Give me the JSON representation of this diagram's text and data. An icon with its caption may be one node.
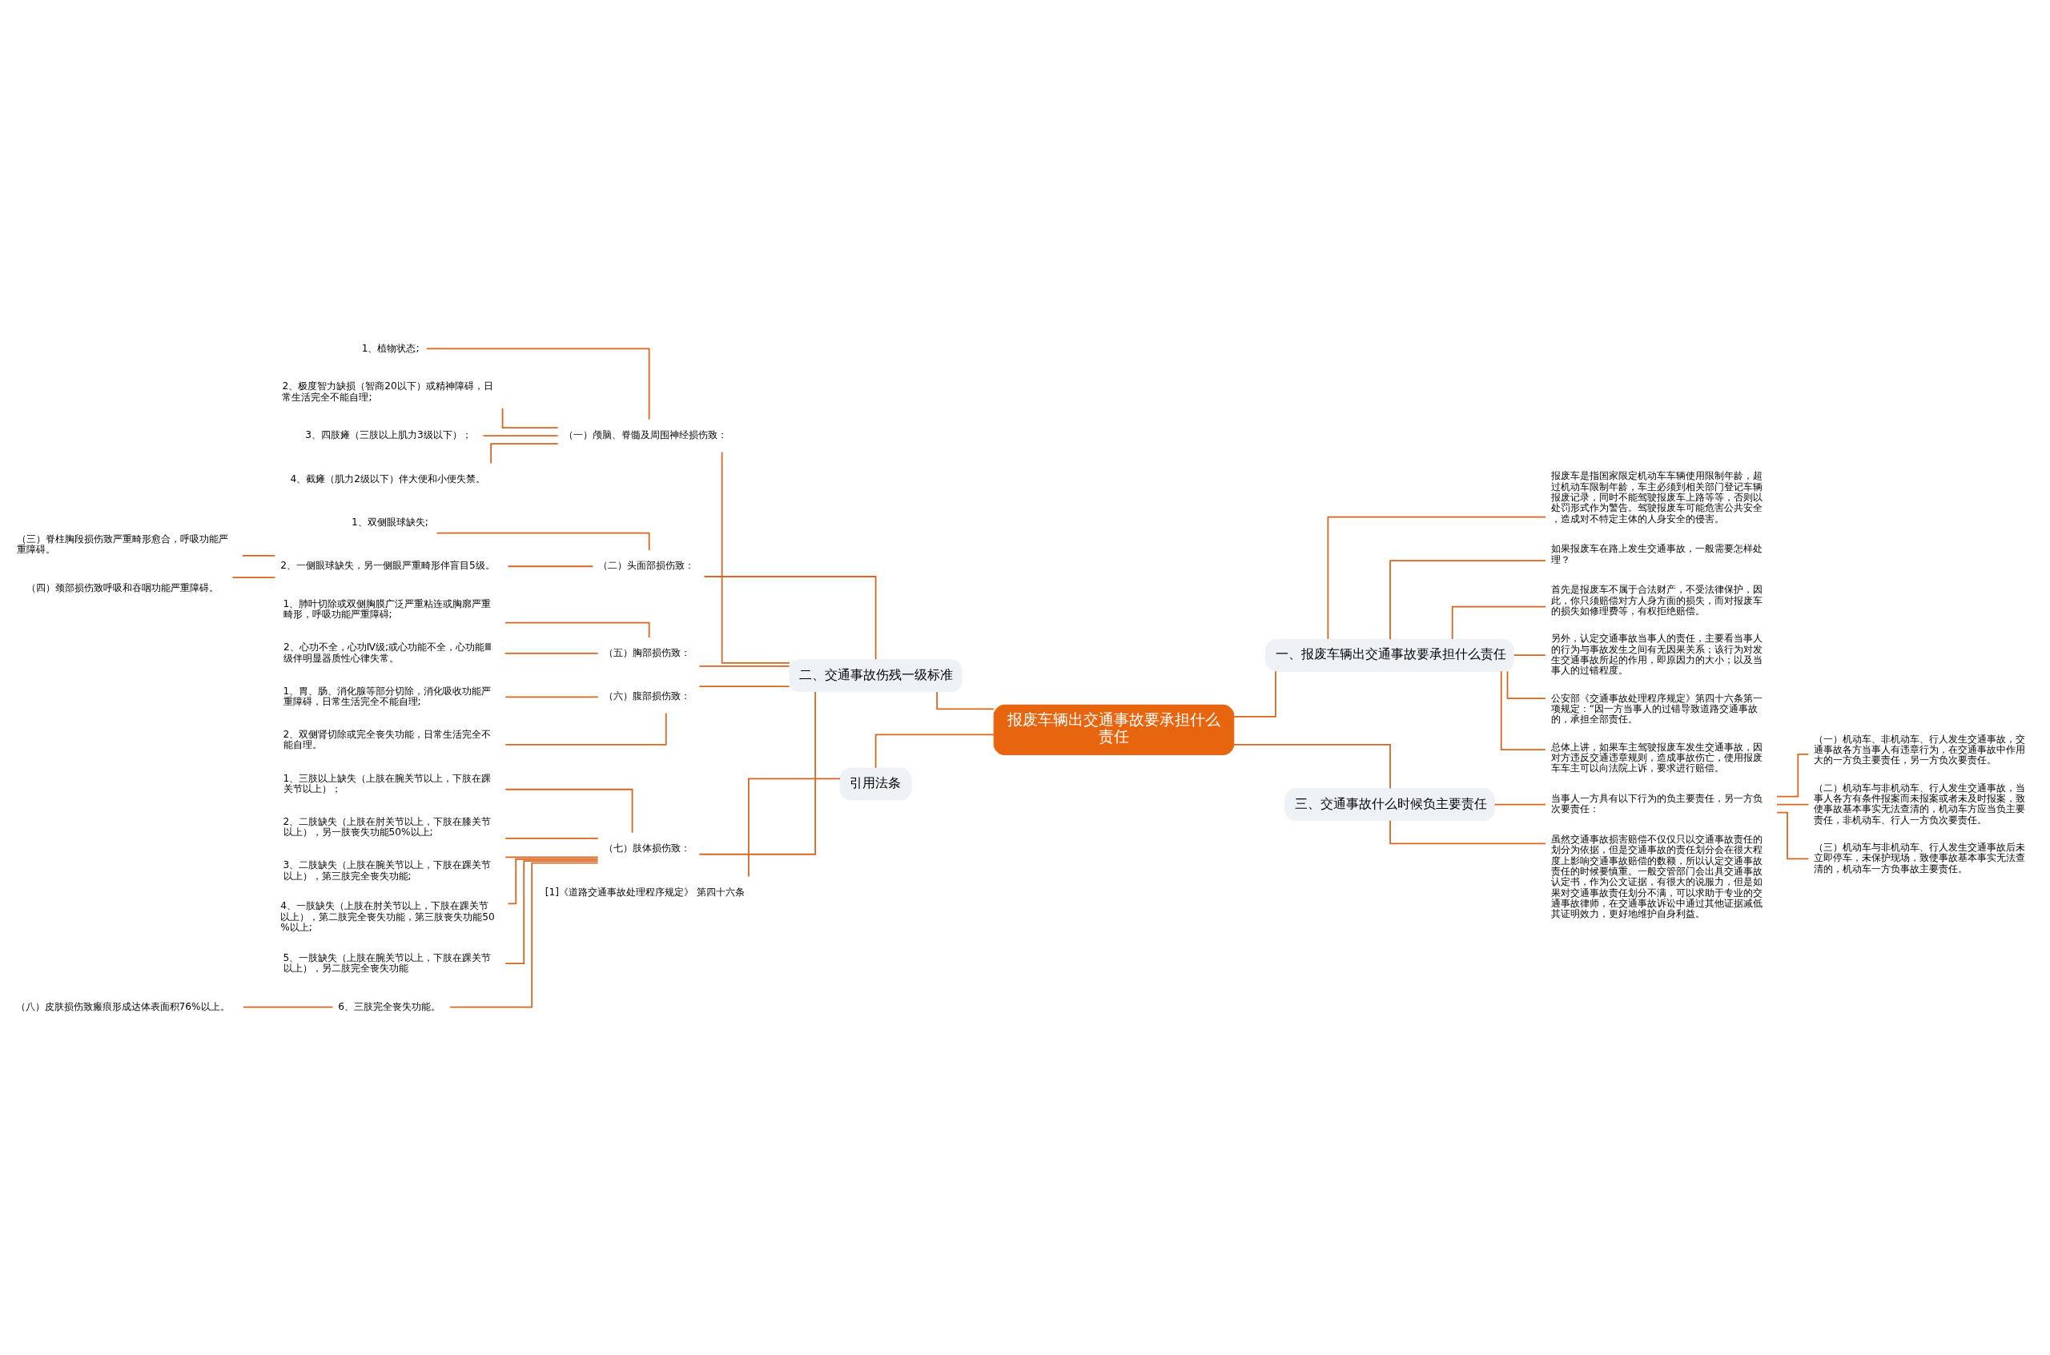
{
  "diagram": {
    "nodes": [
      {
        "text": [
          "报废车辆出交通事故要承担什么责任"
        ]
      },
      {
        "text": [
          "二、交通事故伤残一级标准"
        ]
      },
      {
        "text": [
          "（一）颅脑、脊髓及周围神经损伤致："
        ]
      },
      {
        "text": [
          "1、植物状态;"
        ]
      },
      {
        "text": [
          "2、极度智力缺损（智商20以下）或精神障碍，日常生活完全不能自理;"
        ]
      },
      {
        "text": [
          "3、四肢瘫（三肢以上肌力3级以下）；"
        ]
      },
      {
        "text": [
          "4、截瘫（肌力2级以下）伴大便和小便失禁。"
        ]
      },
      {
        "text": [
          "（二）头面部损伤致："
        ]
      },
      {
        "text": [
          "1、双侧眼球缺失;"
        ]
      },
      {
        "text": [
          "2、一侧眼球缺失，另一侧眼严重畸形伴盲目5级。"
        ]
      },
      {
        "text": [
          "（三）脊柱胸段损伤致严重畸形愈合，呼吸功能严重障碍。"
        ]
      },
      {
        "text": [
          "（四）颈部损伤致呼吸和吞咽功能严重障碍。"
        ]
      },
      {
        "text": [
          "（五）胸部损伤致："
        ]
      },
      {
        "text": [
          "1、肺叶切除或双侧胸膜广泛严重粘连或胸廓严重畸形，呼吸功能严重障碍;"
        ]
      },
      {
        "text": [
          "2、心功不全，心功Ⅳ级;或心功能不全，心功能Ⅲ级伴明显器质性心律失常。"
        ]
      },
      {
        "text": [
          "（六）腹部损伤致："
        ]
      },
      {
        "text": [
          "1、胃、肠、消化腺等部分切除，消化吸收功能严重障碍，日常生活完全不能自理;"
        ]
      },
      {
        "text": [
          "2、双侧肾切除或完全丧失功能，日常生活完全不能自理。"
        ]
      },
      {
        "text": [
          "（七）肢体损伤致："
        ]
      },
      {
        "text": [
          "1、三肢以上缺失（上肢在腕关节以上，下肢在踝关节以上）；"
        ]
      },
      {
        "text": [
          "2、二肢缺失（上肢在肘关节以上，下肢在膝关节以上），另一肢丧失功能50%以上;"
        ]
      },
      {
        "text": [
          "3、二肢缺失（上肢在腕关节以上，下肢在踝关节以上），第三肢完全丧失功能;"
        ]
      },
      {
        "text": [
          "4、一肢缺失（上肢在肘关节以上，下肢在踝关节以上），第二肢完全丧失功能，第三肢丧失功能50%以上;"
        ]
      },
      {
        "text": [
          "5、一肢缺失（上肢在腕关节以上，下肢在踝关节以上），另二肢完全丧失功能"
        ]
      },
      {
        "text": [
          "6、三肢完全丧失功能。"
        ]
      },
      {
        "text": [
          "（八）皮肤损伤致瘢痕形成达体表面积76%以上。"
        ]
      },
      {
        "text": [
          "引用法条"
        ]
      },
      {
        "text": [
          "[1]《道路交通事故处理程序规定》 第四十六条"
        ]
      },
      {
        "text": [
          "一、报废车辆出交通事故要承担什么责任"
        ]
      },
      {
        "text": [
          "报废车是指国家限定机动车车辆使用限制年龄，超过机动车限制年龄，车主必须到相关部门登记车辆报废记录，同时不能驾驶报废车上路等等，否则以处罚形式作为警告。驾驶报废车可能危害公共安全，造成对不特定主体的人身安全的侵害。"
        ]
      },
      {
        "text": [
          "如果报废车在路上发生交通事故，一般需要怎样处理？"
        ]
      },
      {
        "text": [
          "首先是报废车不属于合法财产，不受法律保护，因此，你只须赔偿对方人身方面的损失，而对报废车的损失如修理费等，有权拒绝赔偿。"
        ]
      },
      {
        "text": [
          "另外，认定交通事故当事人的责任，主要看当事人的行为与事故发生之间有无因果关系；该行为对发生交通事故所起的作用，即原因力的大小；以及当事人的过错程度。"
        ]
      },
      {
        "text": [
          "公安部《交通事故处理程序规定》第四十六条第一项规定：“因一方当事人的过错导致道路交通事故的，承担全部责任。"
        ]
      },
      {
        "text": [
          "总体上讲，如果车主驾驶报废车发生交通事故，因对方违反交通违章规则，造成事故伤亡，使用报废车车主可以向法院上诉，要求进行赔偿。"
        ]
      },
      {
        "text": [
          "三、交通事故什么时候负主要责任"
        ]
      },
      {
        "text": [
          "当事人一方具有以下行为的负主要责任，另一方负次要责任："
        ]
      },
      {
        "text": [
          "（一）机动车、非机动车、行人发生交通事故，交通事故各方当事人有违章行为，在交通事故中作用大的一方负主要责任，另一方负次要责任。"
        ]
      },
      {
        "text": [
          "（二）机动车与非机动车、行人发生交通事故，当事人各方有条件报案而未报案或者未及时报案，致使事故基本事实无法查清的，机动车方应当负主要责任，非机动车、行人一方负次要责任。"
        ]
      },
      {
        "text": [
          "（三）机动车与非机动车、行人发生交通事故后未立即停车，未保护现场，致使事故基本事实无法查清的，机动车一方负事故主要责任。"
        ]
      },
      {
        "text": [
          "虽然交通事故损害赔偿不仅仅只以交通事故责任的划分为依据，但是交通事故的责任划分会在很大程度上影响交通事故赔偿的数额，所以认定交通事故责任的时候要慎重。一般交管部门会出具交通事故认定书，作为公文证据，有很大的说服力，但是如果对交通事故责任划分不满，可以求助于专业的交通事故律师，在交通事故诉讼中通过其他证据减低其证明效力，更好地维护自身利益。"
        ]
      }
    ],
    "edges": [
      {
        "from": 0,
        "to": 1,
        "arrow": "none"
      },
      {
        "from": 1,
        "to": 2,
        "arrow": "none"
      },
      {
        "from": 2,
        "to": 3,
        "arrow": "none"
      },
      {
        "from": 2,
        "to": 4,
        "arrow": "none"
      },
      {
        "from": 2,
        "to": 5,
        "arrow": "none"
      },
      {
        "from": 2,
        "to": 6,
        "arrow": "none"
      },
      {
        "from": 1,
        "to": 7,
        "arrow": "none"
      },
      {
        "from": 7,
        "to": 8,
        "arrow": "none"
      },
      {
        "from": 7,
        "to": 9,
        "arrow": "none"
      },
      {
        "from": 9,
        "to": 10,
        "arrow": "none"
      },
      {
        "from": 9,
        "to": 11,
        "arrow": "none"
      },
      {
        "from": 1,
        "to": 12,
        "arrow": "none"
      },
      {
        "from": 12,
        "to": 13,
        "arrow": "none"
      },
      {
        "from": 12,
        "to": 14,
        "arrow": "none"
      },
      {
        "from": 1,
        "to": 15,
        "arrow": "none"
      },
      {
        "from": 15,
        "to": 16,
        "arrow": "none"
      },
      {
        "from": 15,
        "to": 17,
        "arrow": "none"
      },
      {
        "from": 1,
        "to": 18,
        "arrow": "none"
      },
      {
        "from": 18,
        "to": 19,
        "arrow": "none"
      },
      {
        "from": 18,
        "to": 20,
        "arrow": "none"
      },
      {
        "from": 18,
        "to": 21,
        "arrow": "none"
      },
      {
        "from": 18,
        "to": 22,
        "arrow": "none"
      },
      {
        "from": 18,
        "to": 23,
        "arrow": "none"
      },
      {
        "from": 18,
        "to": 24,
        "arrow": "none"
      },
      {
        "from": 24,
        "to": 25,
        "arrow": "none"
      },
      {
        "from": 0,
        "to": 26,
        "arrow": "none"
      },
      {
        "from": 26,
        "to": 27,
        "arrow": "none"
      },
      {
        "from": 0,
        "to": 28,
        "arrow": "none"
      },
      {
        "from": 28,
        "to": 29,
        "arrow": "none"
      },
      {
        "from": 28,
        "to": 30,
        "arrow": "none"
      },
      {
        "from": 28,
        "to": 31,
        "arrow": "none"
      },
      {
        "from": 28,
        "to": 32,
        "arrow": "none"
      },
      {
        "from": 28,
        "to": 33,
        "arrow": "none"
      },
      {
        "from": 28,
        "to": 34,
        "arrow": "none"
      },
      {
        "from": 0,
        "to": 35,
        "arrow": "none"
      },
      {
        "from": 35,
        "to": 36,
        "arrow": "none"
      },
      {
        "from": 36,
        "to": 37,
        "arrow": "none"
      },
      {
        "from": 36,
        "to": 38,
        "arrow": "none"
      },
      {
        "from": 36,
        "to": 39,
        "arrow": "none"
      },
      {
        "from": 35,
        "to": 40,
        "arrow": "none"
      }
    ]
  }
}
